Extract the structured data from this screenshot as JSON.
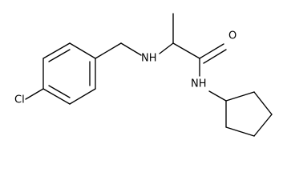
{
  "diagram": {
    "type": "chemical-structure",
    "atom_labels": {
      "chlorine": "Cl",
      "amine_nh": "NH",
      "amide_nh": "NH",
      "carbonyl_o": "O"
    },
    "colors": {
      "bond": "#000000",
      "text": "#000000",
      "background": "#ffffff"
    }
  }
}
